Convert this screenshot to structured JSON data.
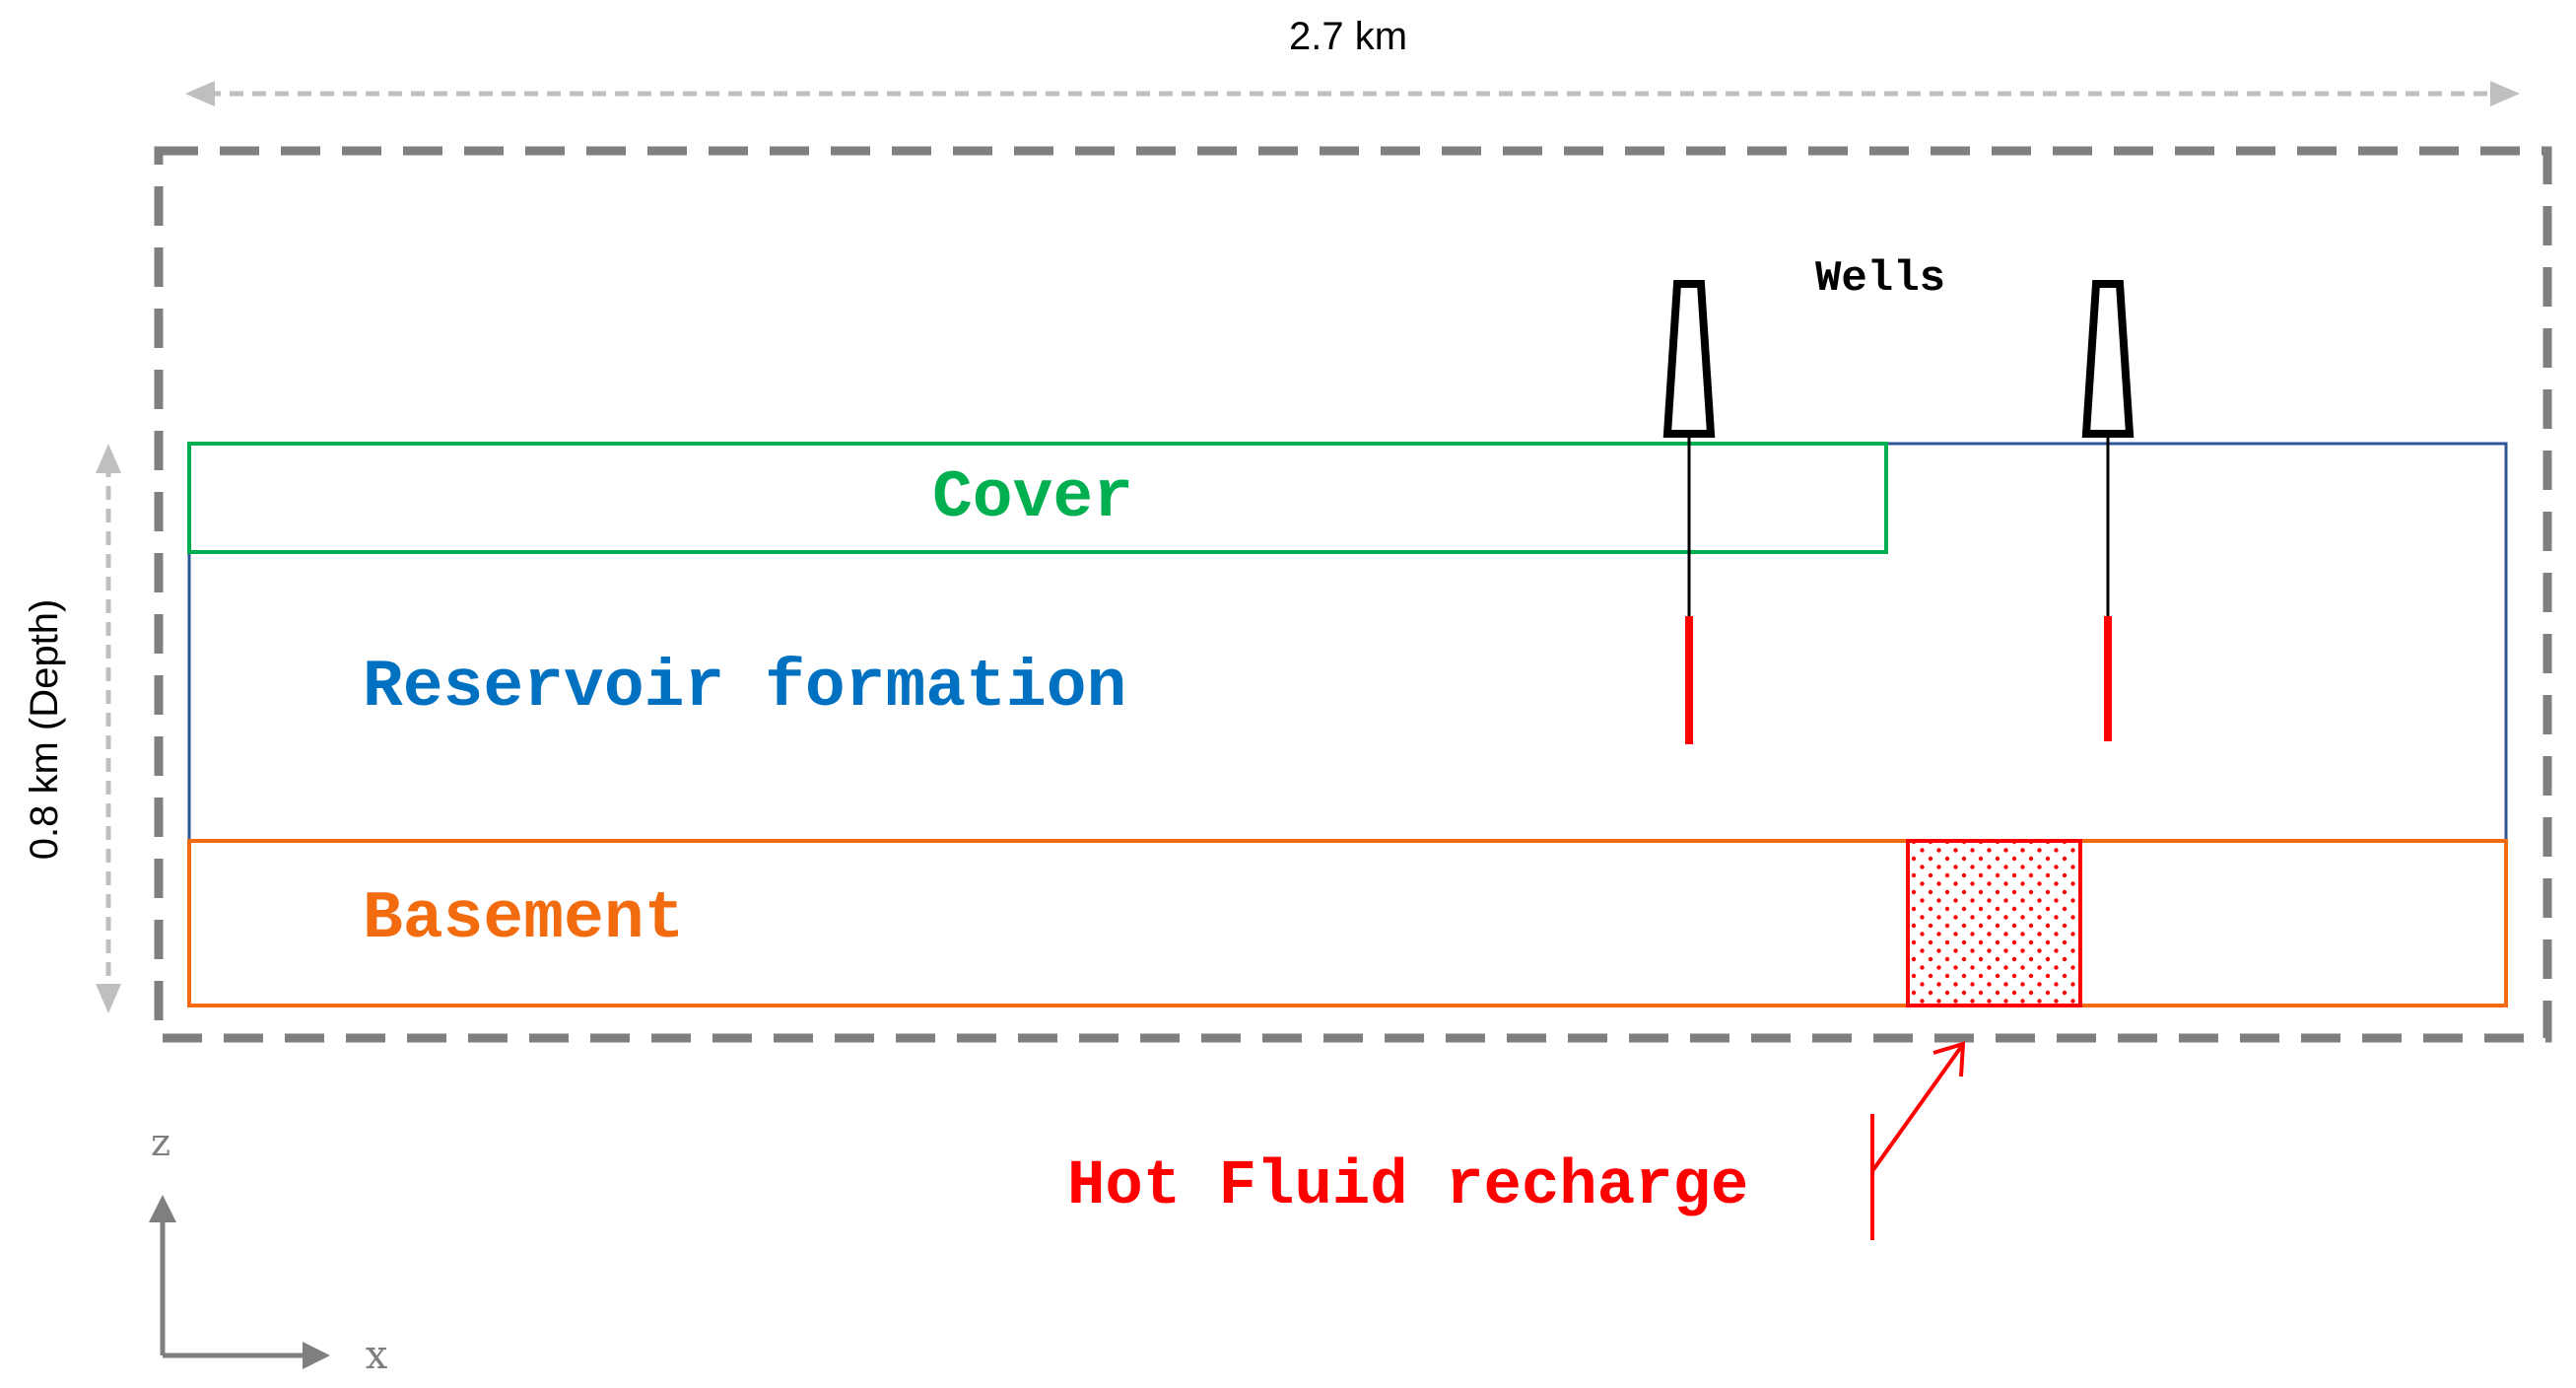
{
  "dimensions": {
    "width_label": "2.7 km",
    "depth_label": "0.8 km (Depth)"
  },
  "layers": {
    "cover": {
      "label": "Cover",
      "color": "#00b050"
    },
    "reservoir": {
      "label": "Reservoir formation",
      "color": "#0070c0",
      "outline_color": "#2f5597"
    },
    "basement": {
      "label": "Basement",
      "color": "#f26b0f"
    }
  },
  "wells": {
    "label": "Wells",
    "screen_color": "#ff0000",
    "count": 2
  },
  "recharge": {
    "label": "Hot Fluid recharge",
    "color": "#ff0000"
  },
  "axes": {
    "vertical": "z",
    "horizontal": "x"
  },
  "colors": {
    "domain_border": "#7f7f7f",
    "dimension_arrows": "#bfbfbf",
    "axis_arrows": "#7f7f7f",
    "text": "#000000"
  }
}
